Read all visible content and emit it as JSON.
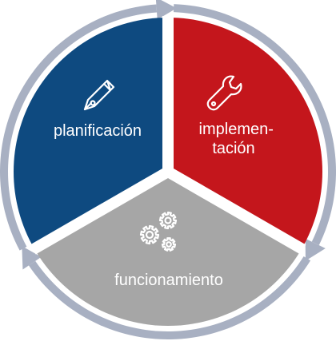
{
  "diagram": {
    "segments": [
      {
        "id": "planificacion",
        "label_lines": [
          "planificación"
        ],
        "icon": "fountain-pen-icon",
        "color": "#0e4a80"
      },
      {
        "id": "implementacion",
        "label_lines": [
          "implemen-",
          "tación"
        ],
        "icon": "wrench-icon",
        "color": "#c4161c"
      },
      {
        "id": "funcionamiento",
        "label_lines": [
          "funcionamiento"
        ],
        "icon": "gears-icon",
        "color": "#a6a6a6"
      }
    ],
    "ring_color": "#a8b0c2",
    "gap_color": "#ffffff"
  }
}
